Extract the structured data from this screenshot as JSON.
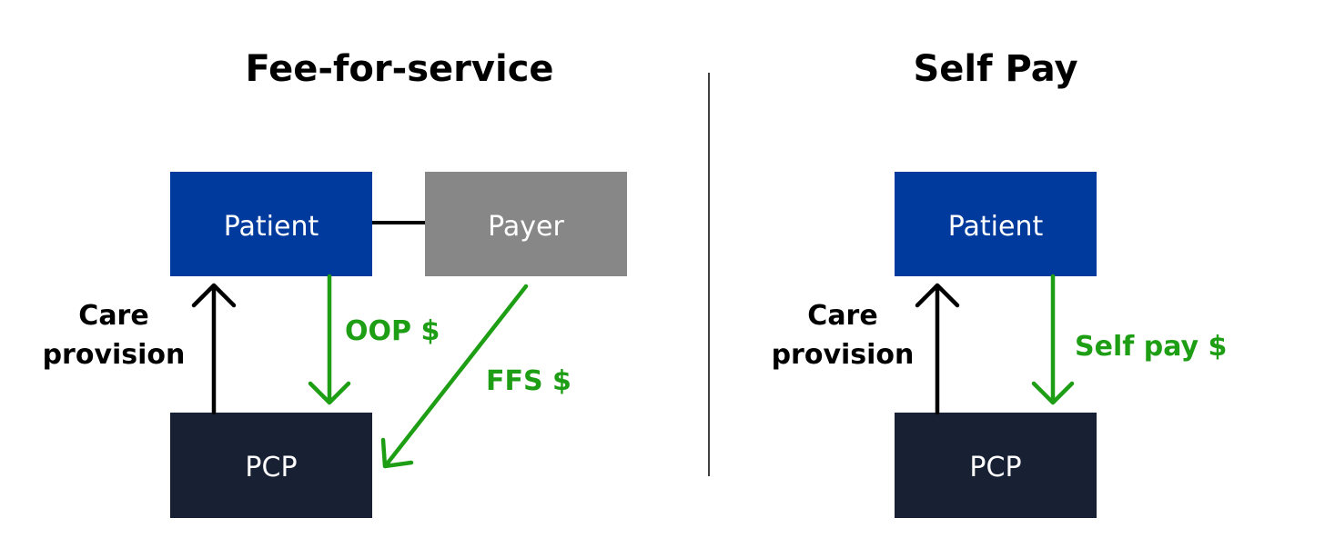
{
  "colors": {
    "patient": "#003a9c",
    "payer": "#878787",
    "pcp": "#182034",
    "money": "#1e9e14",
    "care": "#000000",
    "divider": "#000000"
  },
  "fee_for_service": {
    "title": "Fee-for-service",
    "patient_label": "Patient",
    "payer_label": "Payer",
    "pcp_label": "PCP",
    "care_label_line1": "Care",
    "care_label_line2": "provision",
    "oop_label": "OOP $",
    "ffs_label": "FFS $"
  },
  "self_pay": {
    "title": "Self Pay",
    "patient_label": "Patient",
    "pcp_label": "PCP",
    "care_label_line1": "Care",
    "care_label_line2": "provision",
    "self_pay_label": "Self pay $"
  }
}
